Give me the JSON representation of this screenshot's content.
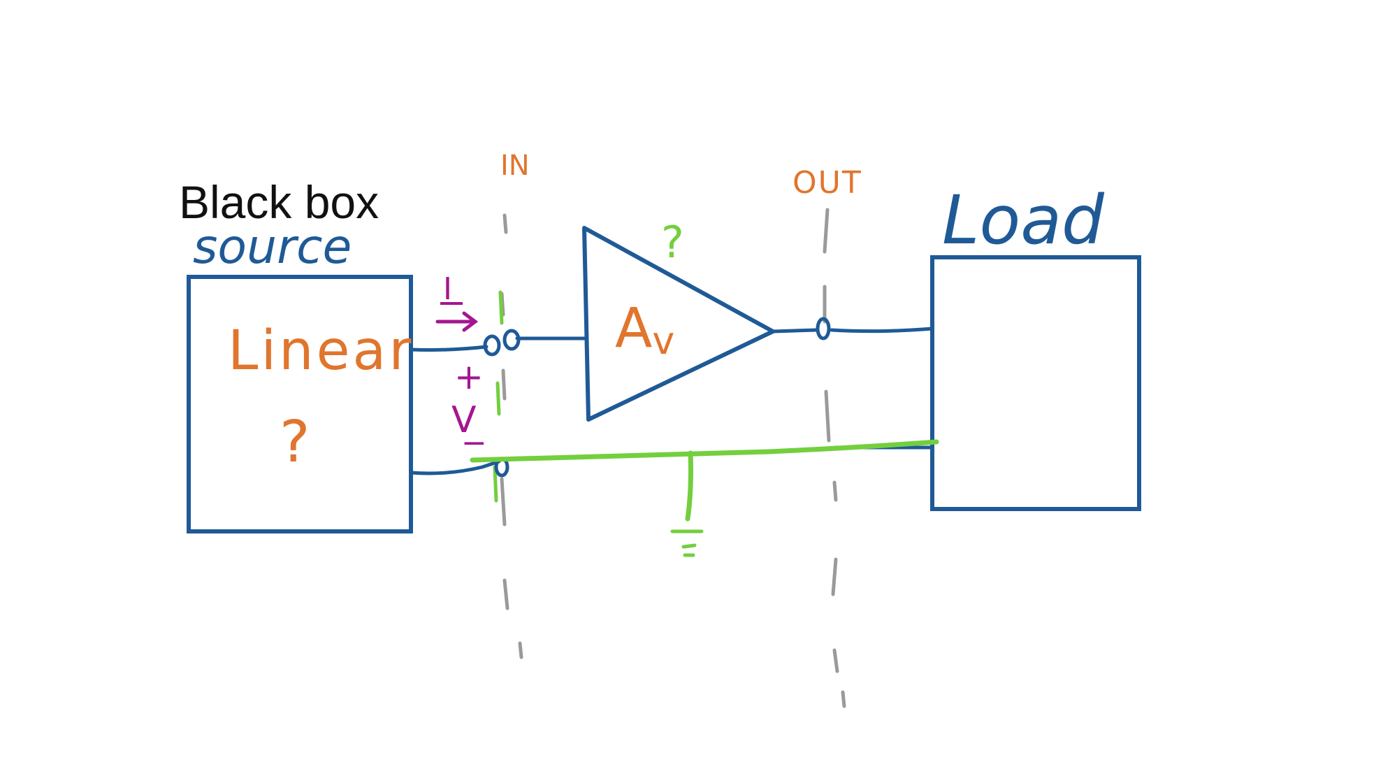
{
  "labels": {
    "black_box": "Black box",
    "source": "source",
    "linear": "Linear",
    "source_unknown": "?",
    "in": "IN",
    "out": "OUT",
    "load": "Load",
    "amp_gain": "Av",
    "amp_unknown": "?",
    "current": "I",
    "plus": "+",
    "voltage": "V",
    "minus": "−"
  },
  "colors": {
    "box_blue": "#1f5a96",
    "orange": "#e0752e",
    "magenta": "#a4168f",
    "green": "#73cf3e",
    "gray": "#9a9a9a",
    "black": "#111111"
  }
}
